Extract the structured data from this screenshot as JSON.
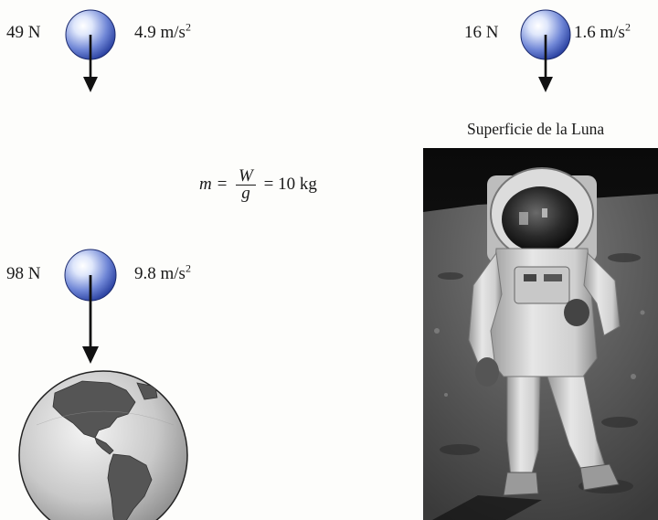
{
  "top_left": {
    "weight": "49 N",
    "accel_value": "4.9 m/s",
    "accel_exp": "2"
  },
  "top_right": {
    "weight": "16 N",
    "accel_value": "1.6 m/s",
    "accel_exp": "2"
  },
  "bottom_left": {
    "weight": "98 N",
    "accel_value": "9.8 m/s",
    "accel_exp": "2"
  },
  "formula": {
    "lhs": "m =",
    "numerator": "W",
    "denominator": "g",
    "rhs": "= 10 kg"
  },
  "moon_caption": "Superficie de la Luna",
  "colors": {
    "ball_light": "#e4ecff",
    "ball_dark": "#2a43a6",
    "earth_land": "#555555",
    "earth_ocean": "#bdbdbd"
  },
  "icons": [
    "mass-ball-icon",
    "force-arrow-icon",
    "earth-globe-icon",
    "astronaut-photo"
  ]
}
